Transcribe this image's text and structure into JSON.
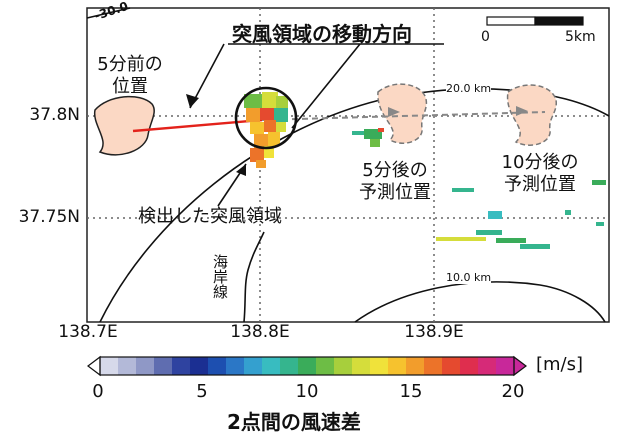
{
  "map": {
    "lat_labels": [
      "37.8N",
      "37.75N"
    ],
    "lon_labels": [
      "138.7E",
      "138.8E",
      "138.9E"
    ],
    "range_rings": [
      "-30.0",
      "20.0 km",
      "10.0 km"
    ],
    "scale_bar": {
      "start": "0",
      "end": "5km"
    },
    "coastline_label": "海岸線"
  },
  "annotations": {
    "direction_title": "突風領域の移動方向",
    "past_position": [
      "5分前の",
      "位置"
    ],
    "detected_area": "検出した突風領域",
    "forecast_5min": [
      "5分後の",
      "予測位置"
    ],
    "forecast_10min": [
      "10分後の",
      "予測位置"
    ]
  },
  "colorbar": {
    "unit": "[m/s]",
    "ticks": [
      "0",
      "5",
      "10",
      "15",
      "20"
    ],
    "caption": "2点間の風速差",
    "colors": [
      "#d6d9ea",
      "#b3b9d8",
      "#8f98c6",
      "#5f6db0",
      "#2f43a0",
      "#1b2f92",
      "#1d4fb0",
      "#2b77c6",
      "#34a0cf",
      "#38bcc0",
      "#35b58e",
      "#3aac5a",
      "#6dbd45",
      "#a7cf3c",
      "#d5dd3b",
      "#f0e23a",
      "#f6c22e",
      "#f29d2c",
      "#ec7329",
      "#e54a2f",
      "#df2e4e",
      "#d62a78",
      "#c8289a"
    ]
  }
}
